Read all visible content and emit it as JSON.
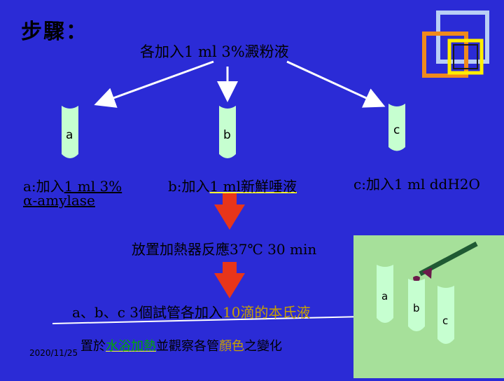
{
  "header": {
    "title": "步驟：",
    "top_instruction": "各加入1 ml 3%澱粉液"
  },
  "tubes": {
    "a_label": "a",
    "b_label": "b",
    "c_label": "c"
  },
  "steps": {
    "a_prefix": "a:加入",
    "a_amount": "1 ml 3%",
    "a_enzyme": "α-amylase",
    "b_prefix": "b:加入",
    "b_text": "1 ml新鮮唾液",
    "c_text": "c:加入1 ml ddH2O",
    "incubate": "放置加熱器反應37℃ 30 min",
    "add_reagent_a": "a、b、c 3個試管各加入",
    "add_reagent_b": "10滴的本氏液",
    "final_a": "置於",
    "final_b": "水浴加熱",
    "final_c": "並觀察各管",
    "final_d": "顏色",
    "final_e": "之變化"
  },
  "photo": {
    "a": "a",
    "b": "b",
    "c": "c"
  },
  "footer": {
    "date": "2020/11/25"
  },
  "colors": {
    "background": "#2b2bd6",
    "tube": "#c6ffd0",
    "arrow_red": "#e8351a",
    "deco_orange": "#f08a1c",
    "deco_blue": "#8fb6ff",
    "deco_yellow": "#ffee00"
  }
}
